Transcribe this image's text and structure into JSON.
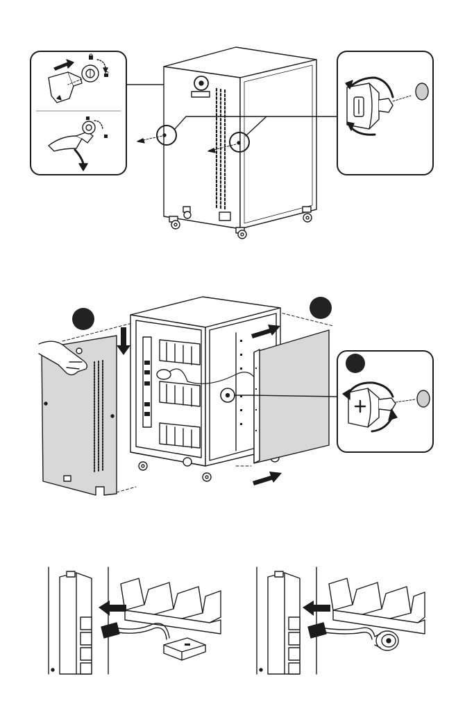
{
  "figures": [
    {
      "name": "step-unlock-and-remove-screws"
    },
    {
      "name": "step-remove-side-panels"
    },
    {
      "name": "step-disconnect-adapters"
    }
  ],
  "colors": {
    "ink": "#1a1a1a",
    "panel_fill": "#d8d8d8",
    "marker_fill": "#222222",
    "white": "#ffffff",
    "screw_cap": "#cfcfcf"
  },
  "icons": [
    "key-icon",
    "lock-icon",
    "unlock-icon",
    "rotate-arrow-icon",
    "push-arrow-icon",
    "screw-icon",
    "hand-icon",
    "power-cord-icon",
    "ac-adapter-icon"
  ]
}
